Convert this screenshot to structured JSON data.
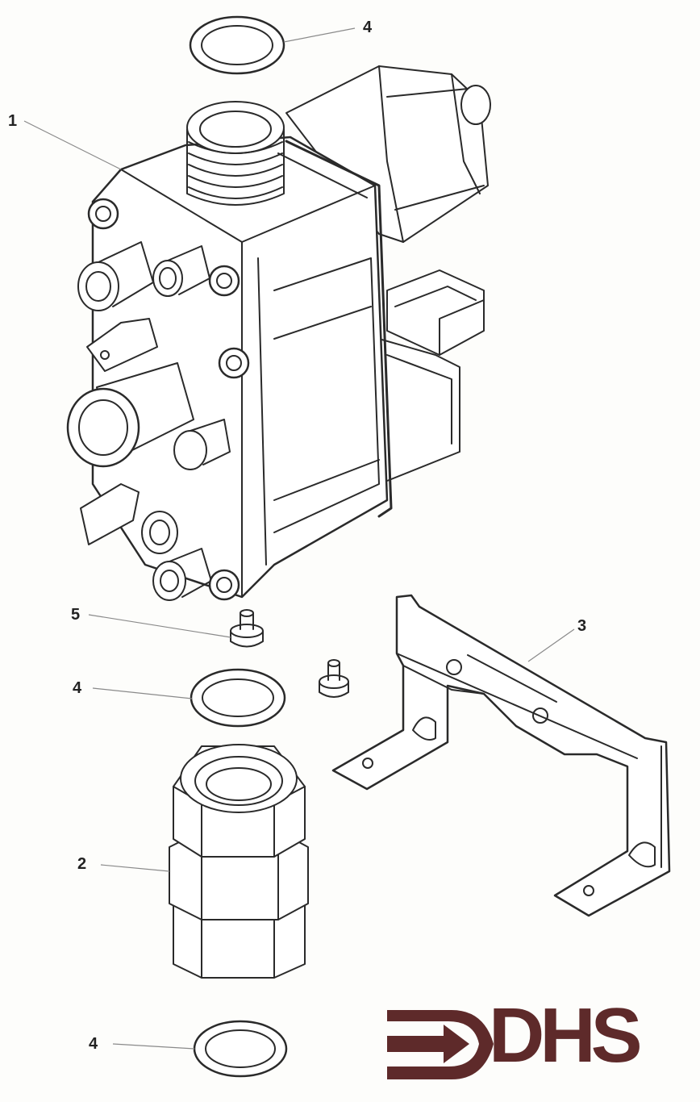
{
  "callouts": [
    {
      "id": "1",
      "label": "1"
    },
    {
      "id": "4a",
      "label": "4"
    },
    {
      "id": "5",
      "label": "5"
    },
    {
      "id": "3",
      "label": "3"
    },
    {
      "id": "4b",
      "label": "4"
    },
    {
      "id": "2",
      "label": "2"
    },
    {
      "id": "4c",
      "label": "4"
    }
  ],
  "logo": {
    "text": "DHS",
    "color": "#5e2a2a"
  },
  "colors": {
    "line": "#2a2a2a",
    "leader": "#8a8a8a",
    "background": "#fdfdfb"
  }
}
